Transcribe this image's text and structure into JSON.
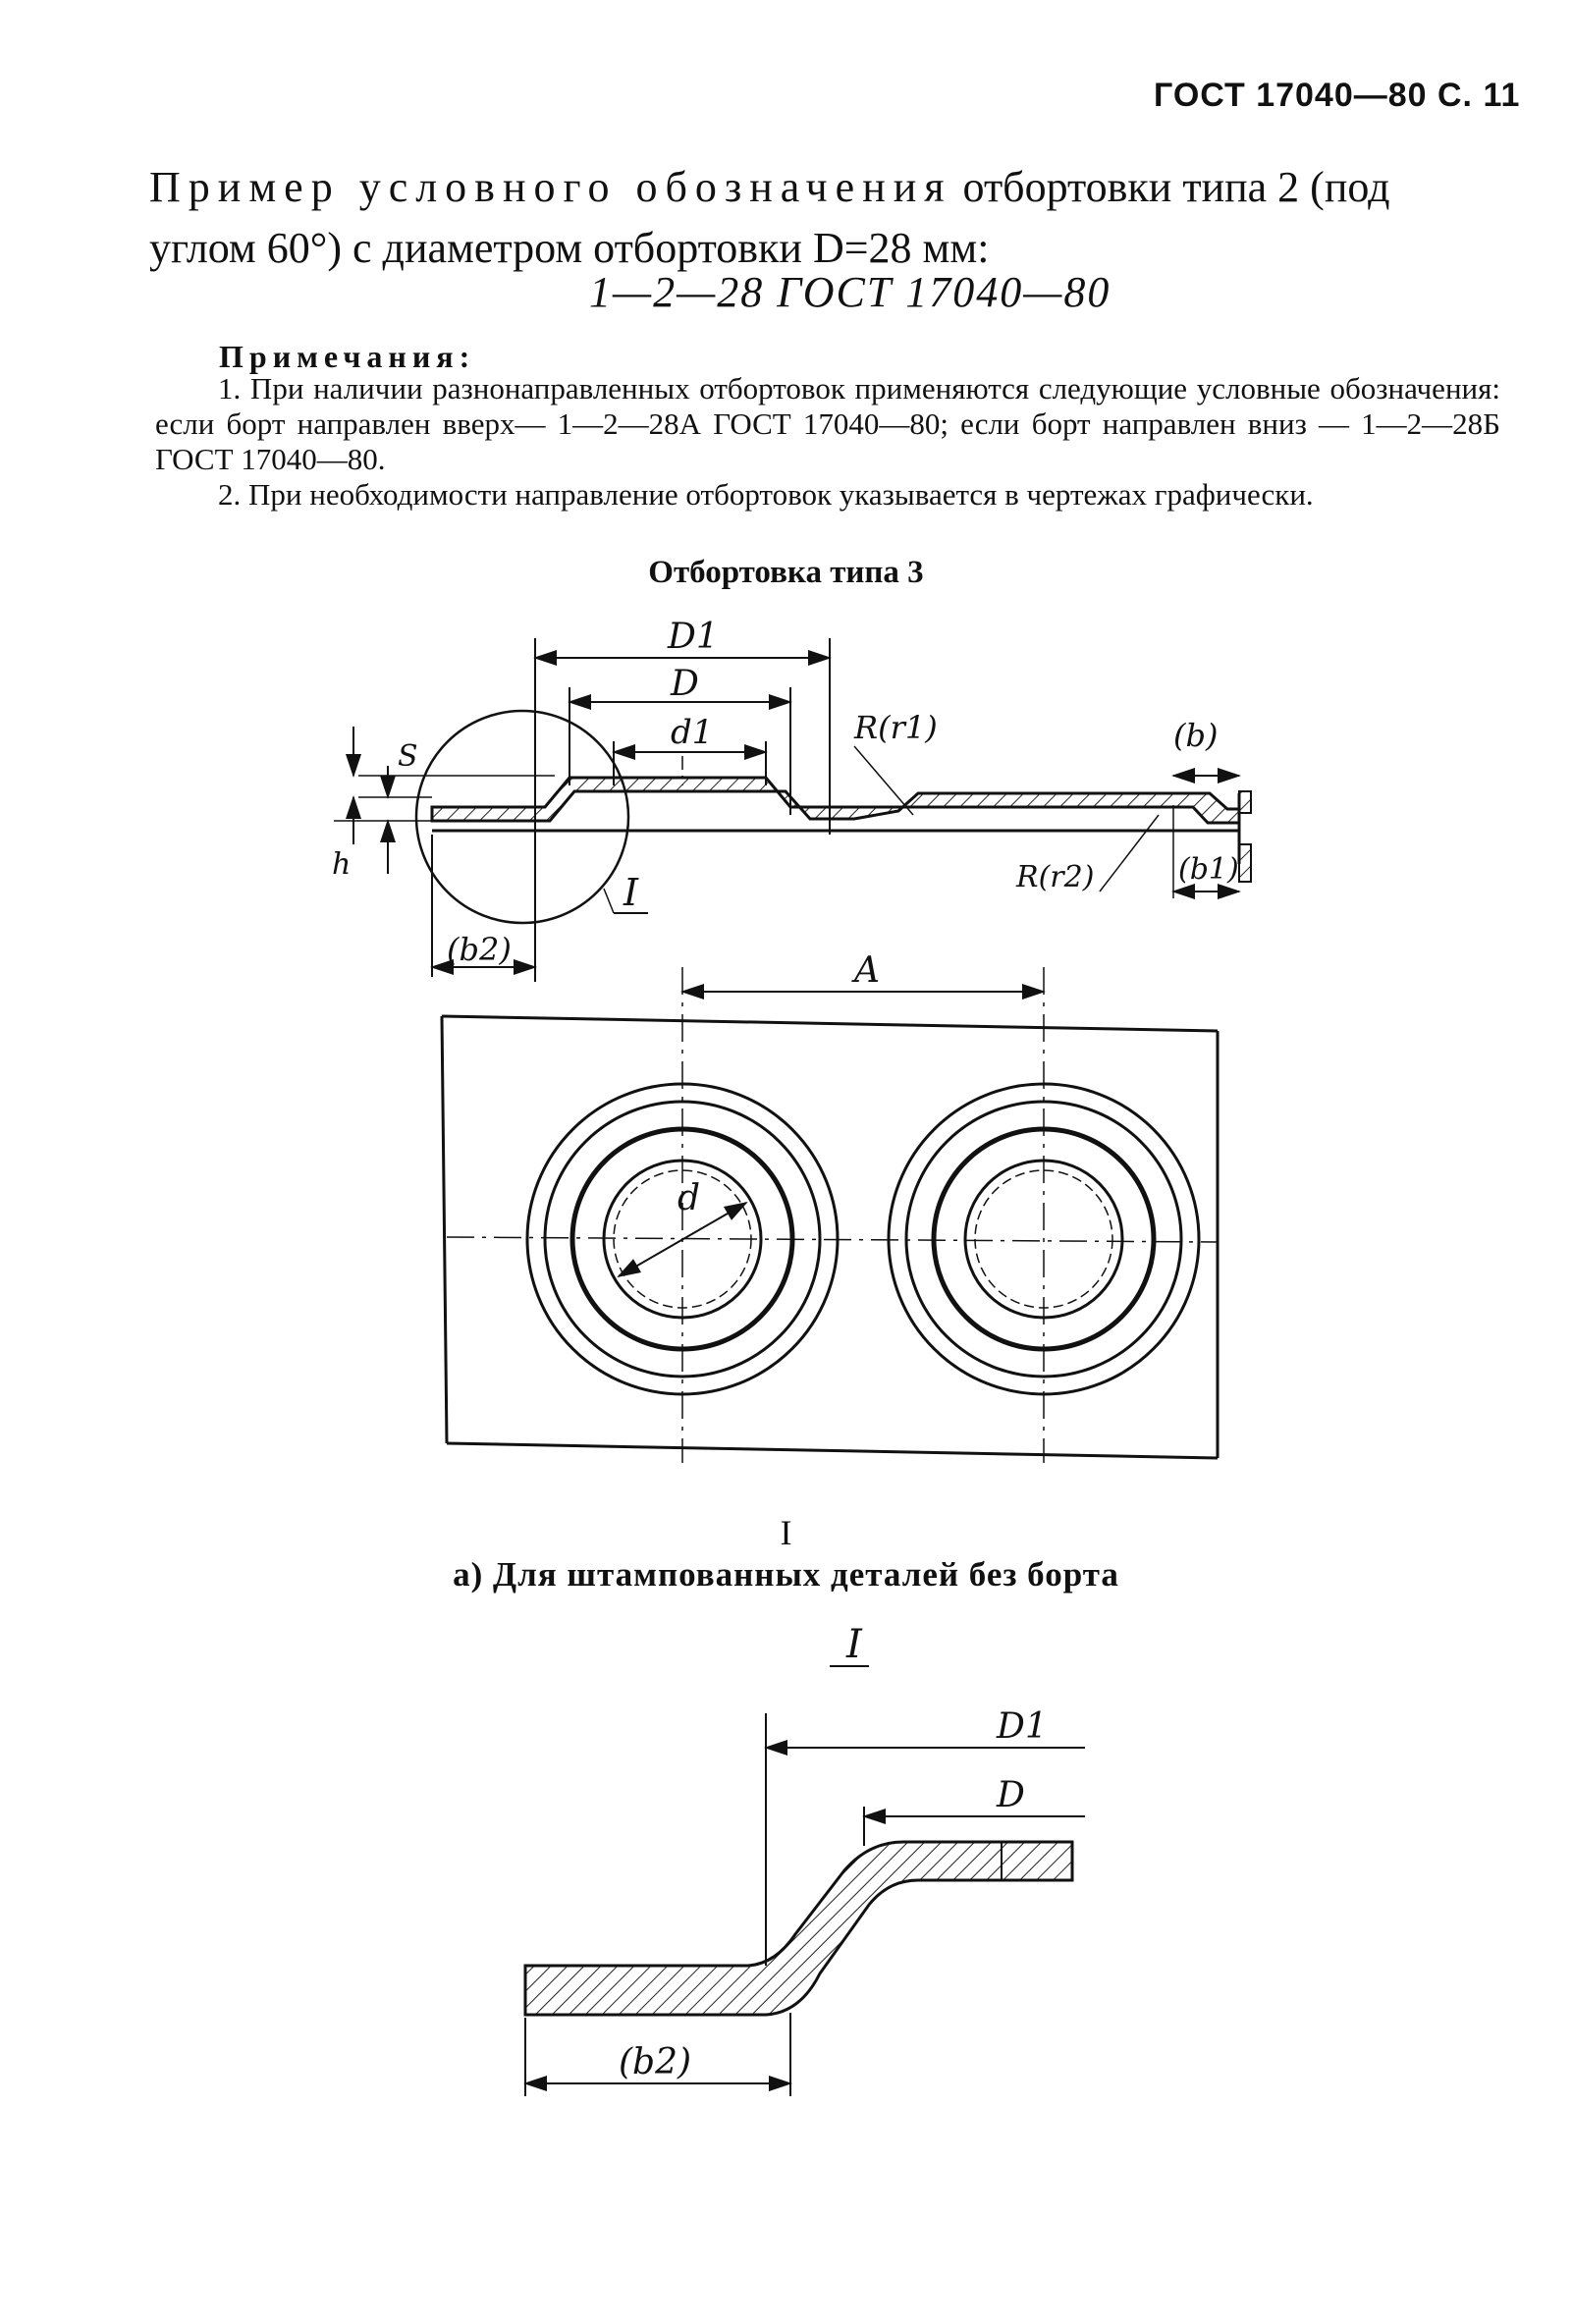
{
  "header": {
    "text": "ГОСТ 17040—80 С. 11"
  },
  "example": {
    "lead_spaced": "Пример условного обозначения",
    "lead_rest": " отбортовки типа 2 (под углом 60°) с диаметром отбортовки D=28 мм:",
    "formula": "1—2—28 ГОСТ 17040—80"
  },
  "notes": {
    "heading": "Примечания:",
    "items": [
      "1. При наличии разнонаправленных отбортовок применяются следующие условные обозначения: если борт направлен вверх— 1—2—28А ГОСТ 17040—80; если борт направлен вниз — 1—2—28Б ГОСТ 17040—80.",
      "2. При необходимости направление отбортовок указывается в чертежах графически."
    ]
  },
  "figure": {
    "title": "Отбортовка типа 3",
    "labels": {
      "D1": "D1",
      "D": "D",
      "d1": "d1",
      "R_r1": "R(r1)",
      "R_r2": "R(r2)",
      "b": "(b)",
      "b1": "(b1)",
      "b2": "(b2)",
      "S": "S",
      "h": "h",
      "I": "I",
      "A": "A",
      "d": "d"
    }
  },
  "detail": {
    "roman": "I",
    "caption": "а) Для штампованных деталей без борта",
    "view_label": "I",
    "labels": {
      "D1": "D1",
      "D": "D",
      "b2": "(b2)"
    }
  }
}
